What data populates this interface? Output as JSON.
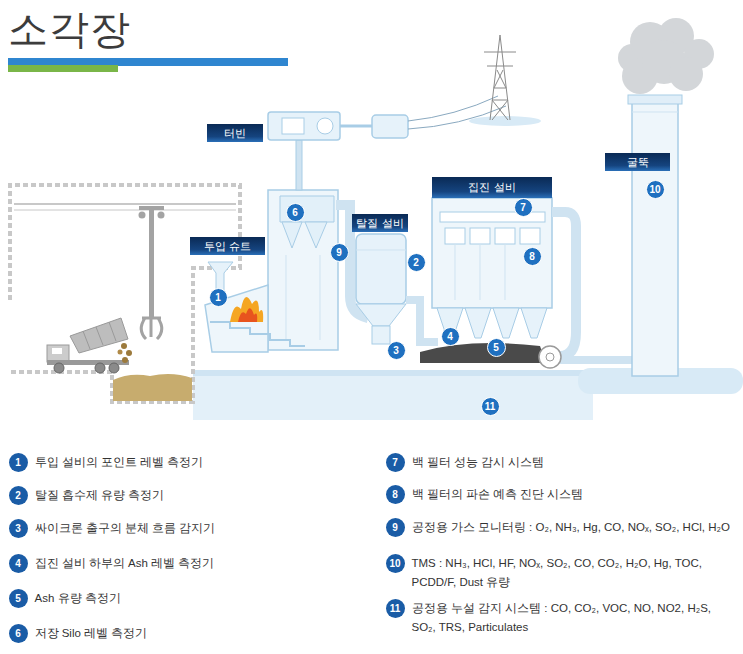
{
  "diagram": {
    "title": "소각장",
    "nodes": [
      {
        "text": [
          "터빈"
        ]
      },
      {
        "text": [
          "투입 슈트"
        ]
      },
      {
        "text": [
          "탈질 설비"
        ]
      },
      {
        "text": [
          "집진 설비"
        ]
      },
      {
        "text": [
          "굴뚝"
        ]
      },
      {
        "text": [
          "1"
        ]
      },
      {
        "text": [
          "2"
        ]
      },
      {
        "text": [
          "3"
        ]
      },
      {
        "text": [
          "4"
        ]
      },
      {
        "text": [
          "5"
        ]
      },
      {
        "text": [
          "6"
        ]
      },
      {
        "text": [
          "7"
        ]
      },
      {
        "text": [
          "8"
        ]
      },
      {
        "text": [
          "9"
        ]
      },
      {
        "text": [
          "10"
        ]
      },
      {
        "text": [
          "11"
        ]
      },
      {
        "text": [
          "1",
          "투입 설비의 포인트 레벨 측정기"
        ]
      },
      {
        "text": [
          "2",
          "탈질 흡수제 유량 측정기"
        ]
      },
      {
        "text": [
          "3",
          "싸이크론 출구의 분체 흐름 감지기"
        ]
      },
      {
        "text": [
          "4",
          "집진 설비 하부의 Ash 레벨 측정기"
        ]
      },
      {
        "text": [
          "5",
          "Ash 유량 측정기"
        ]
      },
      {
        "text": [
          "6",
          "저장 Silo 레벨 측정기"
        ]
      },
      {
        "text": [
          "7",
          "백 필터 성능 감시 시스템"
        ]
      },
      {
        "text": [
          "8",
          "백 필터의 파손 예측 진단 시스템"
        ]
      },
      {
        "text": [
          "9",
          "공정용 가스 모니터링 : O₂, NH₃, Hg, CO, NOₓ, SO₂, HCl, H₂O"
        ]
      },
      {
        "text": [
          "10",
          "TMS : NH₃, HCl, HF, NOₓ, SO₂, CO, CO₂, H₂O, Hg, TOC, PCDD/F, Dust 유량"
        ]
      },
      {
        "text": [
          "11",
          "공정용 누설 감지 시스템 : CO, CO₂, VOC, NO, NO2, H₂S, SO₂, TRS, Particulates"
        ]
      }
    ]
  }
}
